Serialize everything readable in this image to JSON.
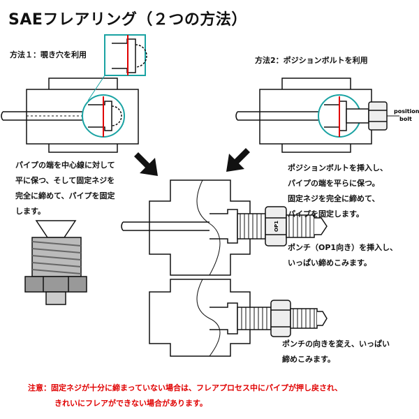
{
  "title": "SAEフレアリング（２つの方法）",
  "method1": {
    "label": "方法１：覗き穴を利用"
  },
  "method2": {
    "label": "方法2：ポジションボルトを利用"
  },
  "position_bolt_label": {
    "line1": "position",
    "line2": "bolt"
  },
  "punch_marking": "OP1",
  "text_left": "パイプの端を中心線に対して\n平に保つ、そして固定ネジを\n完全に締めて、パイプを固定\nします。",
  "text_right_1": "ポジションボルトを挿入し、\nパイプの端を平らに保つ。\n固定ネジを完全に締めて、\nパイプを固定します。",
  "text_right_2": "ポンチ（OP1向き）を挿入し、\nいっぱい締めこみます。",
  "text_right_3": "ポンチの向きを変え、いっぱい\n締めこみます。",
  "note": {
    "label": "注意：",
    "line1": "固定ネジが十分に締まっていない場合は、フレアプロセス中にパイプが押し戻され、",
    "line2": "きれいにフレアができない場合があります。"
  },
  "colors": {
    "accent": "#e00000",
    "circle": "#1aa3a3",
    "line": "#111111"
  }
}
